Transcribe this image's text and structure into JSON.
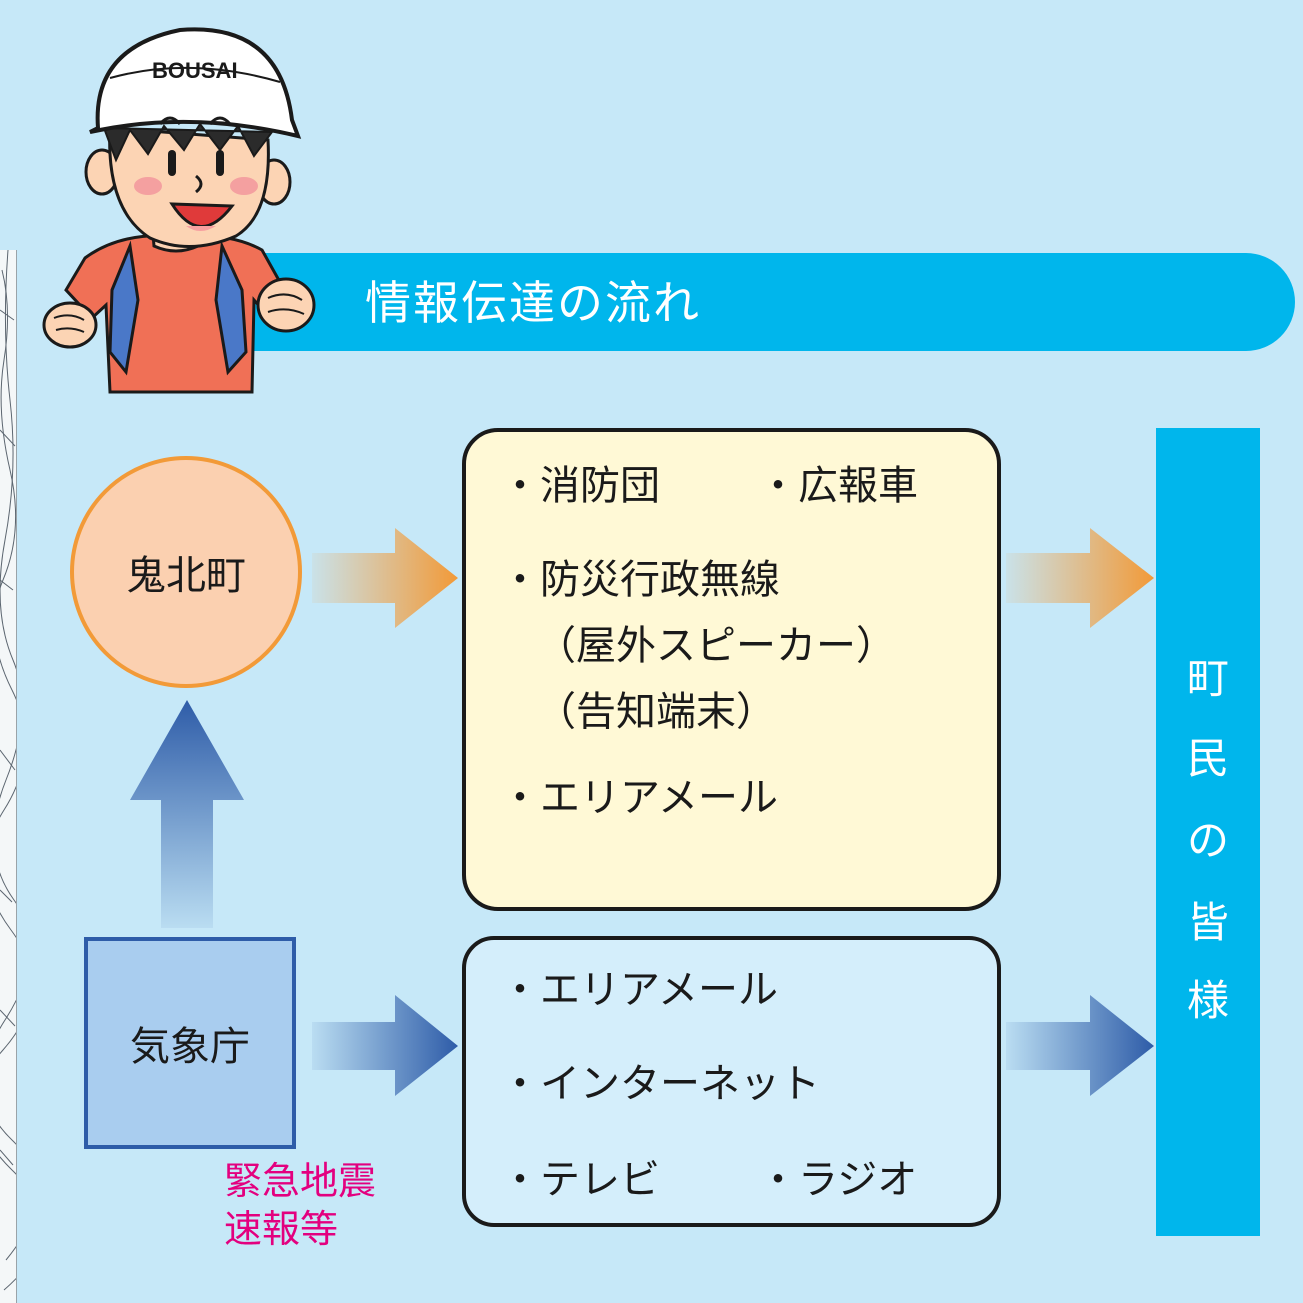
{
  "title": "情報伝達の流れ",
  "mascot": {
    "helmet_text": "BOUSAI"
  },
  "sources": {
    "town": "鬼北町",
    "jma": "気象庁",
    "jma_caption_line1": "緊急地震",
    "jma_caption_line2": "速報等"
  },
  "town_channels": {
    "item1": "・消防団",
    "item2": "・広報車",
    "item3": "・防災行政無線",
    "item3_sub1": "（屋外スピーカー）",
    "item3_sub2": "（告知端末）",
    "item4": "・エリアメール"
  },
  "jma_channels": {
    "item1": "・エリアメール",
    "item2": "・インターネット",
    "item3": "・テレビ",
    "item4": "・ラジオ"
  },
  "residents": [
    "町",
    "民",
    "の",
    "皆",
    "様"
  ],
  "colors": {
    "background": "#c6e8f8",
    "accent_blue": "#00b6ec",
    "town_arrow": "#f29a38",
    "jma_arrow": "#2e5ca8",
    "caption_magenta": "#e3007f"
  }
}
